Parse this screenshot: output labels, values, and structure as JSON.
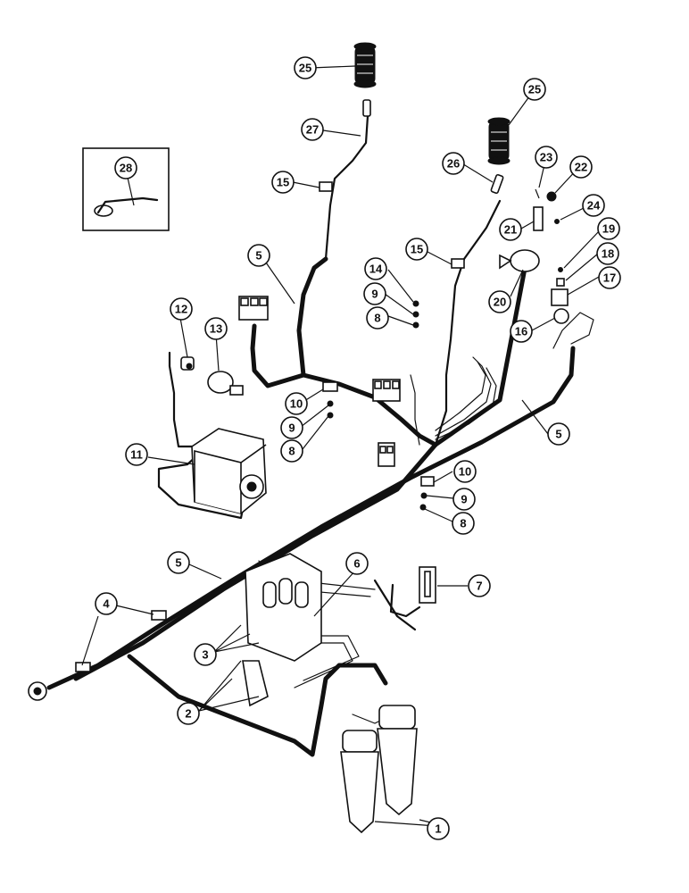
{
  "callouts": [
    {
      "id": "c1",
      "label": "1"
    },
    {
      "id": "c2",
      "label": "2"
    },
    {
      "id": "c3",
      "label": "3"
    },
    {
      "id": "c4",
      "label": "4"
    },
    {
      "id": "c5a",
      "label": "5"
    },
    {
      "id": "c5b",
      "label": "5"
    },
    {
      "id": "c5c",
      "label": "5"
    },
    {
      "id": "c6",
      "label": "6"
    },
    {
      "id": "c7",
      "label": "7"
    },
    {
      "id": "c8a",
      "label": "8"
    },
    {
      "id": "c8b",
      "label": "8"
    },
    {
      "id": "c8c",
      "label": "8"
    },
    {
      "id": "c9a",
      "label": "9"
    },
    {
      "id": "c9b",
      "label": "9"
    },
    {
      "id": "c9c",
      "label": "9"
    },
    {
      "id": "c10a",
      "label": "10"
    },
    {
      "id": "c10b",
      "label": "10"
    },
    {
      "id": "c11",
      "label": "11"
    },
    {
      "id": "c12",
      "label": "12"
    },
    {
      "id": "c13",
      "label": "13"
    },
    {
      "id": "c14",
      "label": "14"
    },
    {
      "id": "c15a",
      "label": "15"
    },
    {
      "id": "c15b",
      "label": "15"
    },
    {
      "id": "c16",
      "label": "16"
    },
    {
      "id": "c17",
      "label": "17"
    },
    {
      "id": "c18",
      "label": "18"
    },
    {
      "id": "c19",
      "label": "19"
    },
    {
      "id": "c20",
      "label": "20"
    },
    {
      "id": "c21",
      "label": "21"
    },
    {
      "id": "c22",
      "label": "22"
    },
    {
      "id": "c23",
      "label": "23"
    },
    {
      "id": "c24",
      "label": "24"
    },
    {
      "id": "c25a",
      "label": "25"
    },
    {
      "id": "c25b",
      "label": "25"
    },
    {
      "id": "c26",
      "label": "26"
    },
    {
      "id": "c27",
      "label": "27"
    },
    {
      "id": "c28",
      "label": "28"
    }
  ]
}
